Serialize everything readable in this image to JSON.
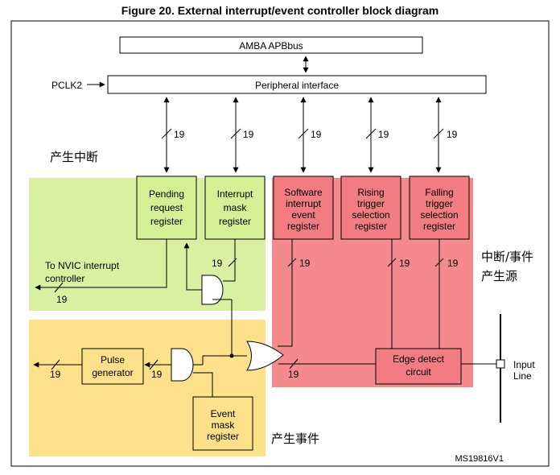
{
  "figure_title": "Figure 20. External interrupt/event controller block diagram",
  "buses": {
    "amba": "AMBA APBbus",
    "peripheral": "Peripheral interface",
    "pclk": "PCLK2"
  },
  "bus_width": "19",
  "registers": {
    "pending": [
      "Pending",
      "request",
      "register"
    ],
    "int_mask": [
      "Interrupt",
      "mask",
      "register"
    ],
    "sw_int": [
      "Software",
      "interrupt",
      "event",
      "register"
    ],
    "rising": [
      "Rising",
      "trigger",
      "selection",
      "register"
    ],
    "falling": [
      "Falling",
      "trigger",
      "selection",
      "register"
    ],
    "event_mask": [
      "Event",
      "mask",
      "register"
    ]
  },
  "blocks": {
    "pulse": [
      "Pulse",
      "generator"
    ],
    "edge": [
      "Edge detect",
      "circuit"
    ]
  },
  "io": {
    "nvic": [
      "To NVIC interrupt",
      "controller"
    ],
    "input": [
      "Input",
      "Line"
    ]
  },
  "regions": {
    "interrupt": "产生中断",
    "int_event": [
      "中断/事件",
      "产生源"
    ],
    "event": "产生事件"
  },
  "code": "MS19816V1",
  "colors": {
    "green": "#d9f0a3",
    "red": "#f48a8e",
    "yellow": "#fde08a",
    "block_green": "#d3f095",
    "block_red": "#f17c81",
    "green_text": "#2ea62e",
    "red_text": "#e0001a",
    "orange_text": "#f07800"
  }
}
